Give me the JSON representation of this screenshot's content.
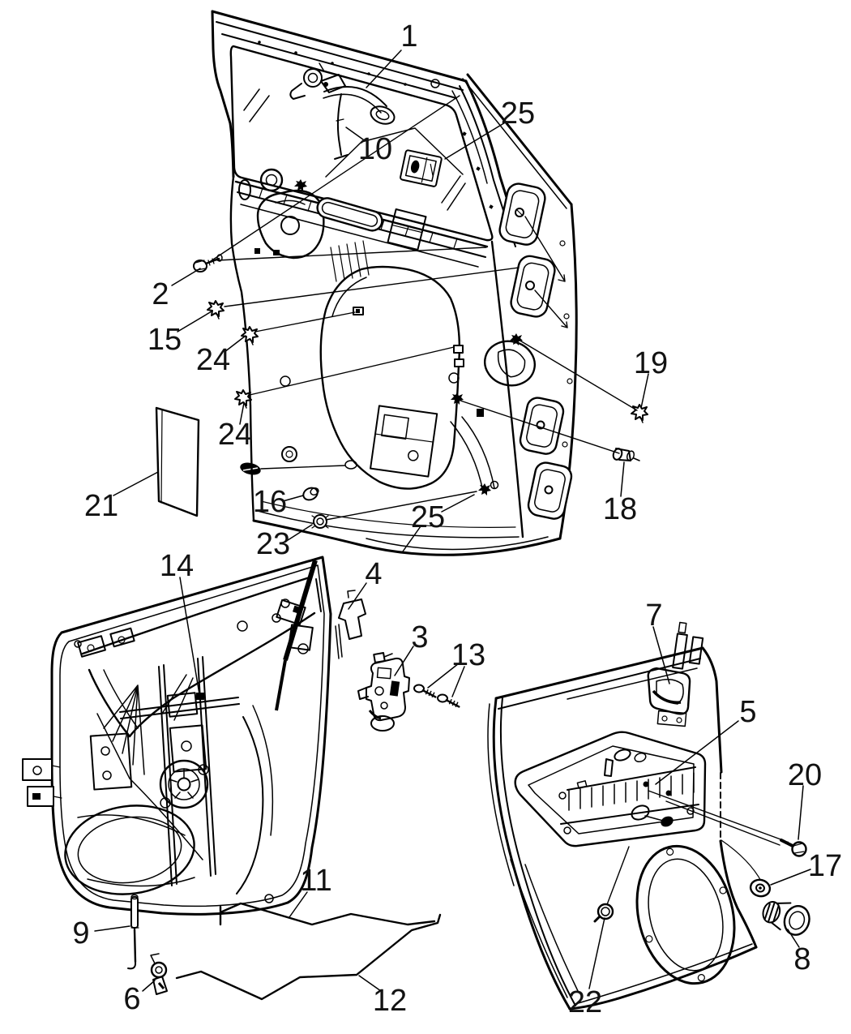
{
  "figure": {
    "background_color": "#ffffff",
    "line_color": "#000000",
    "label_color": "#121212"
  },
  "callouts": [
    {
      "label": "1"
    },
    {
      "label": "10"
    },
    {
      "label": "25"
    },
    {
      "label": "2"
    },
    {
      "label": "15"
    },
    {
      "label": "24"
    },
    {
      "label": "24"
    },
    {
      "label": "21"
    },
    {
      "label": "16"
    },
    {
      "label": "23"
    },
    {
      "label": "25"
    },
    {
      "label": "19"
    },
    {
      "label": "18"
    },
    {
      "label": "14"
    },
    {
      "label": "4"
    },
    {
      "label": "3"
    },
    {
      "label": "13"
    },
    {
      "label": "9"
    },
    {
      "label": "6"
    },
    {
      "label": "11"
    },
    {
      "label": "12"
    },
    {
      "label": "7"
    },
    {
      "label": "5"
    },
    {
      "label": "20"
    },
    {
      "label": "17"
    },
    {
      "label": "8"
    },
    {
      "label": "22"
    }
  ]
}
